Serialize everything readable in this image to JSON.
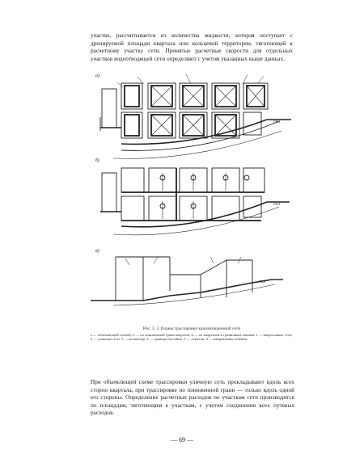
{
  "text": {
    "top_paragraph": "участке, рассчитывается из количества жидкости, которая поступает с дренируемой площади квартала или кольцевой территории, тяготеющей к расчетному участку сети. Принятые расчетные скорости для отдельных участков водоотводящей сети определяют с учетом указанных выше данных.",
    "figure_caption_title": "Рис. 3. 3. Планы трассировки канализационной сети",
    "figure_caption_body": "а — объемлющей схемой; б — по пониженной грани квартала; в — по кварталам и граничным линиям; 1 — квартальные сети; 2 — уличные сети; 3 — коллектор; 4 — граница бассейна; 5 — отметки; 6 — направление течения.",
    "bottom_paragraph": "При объемлющей схеме трассировки уличную сеть прокладывают вдоль всех сторон квартала, при трассировке по пониженной грани — только вдоль одной его стороны. Определение расчетных расходов по участкам сети производится по площадям, тяготеющим к участкам, с учетом соединения всех путевых расходов.",
    "page_number": "— 69 —"
  },
  "figure": {
    "panel_labels": [
      "а)",
      "б)",
      "в)"
    ],
    "collector_label": "ГКА"
  }
}
